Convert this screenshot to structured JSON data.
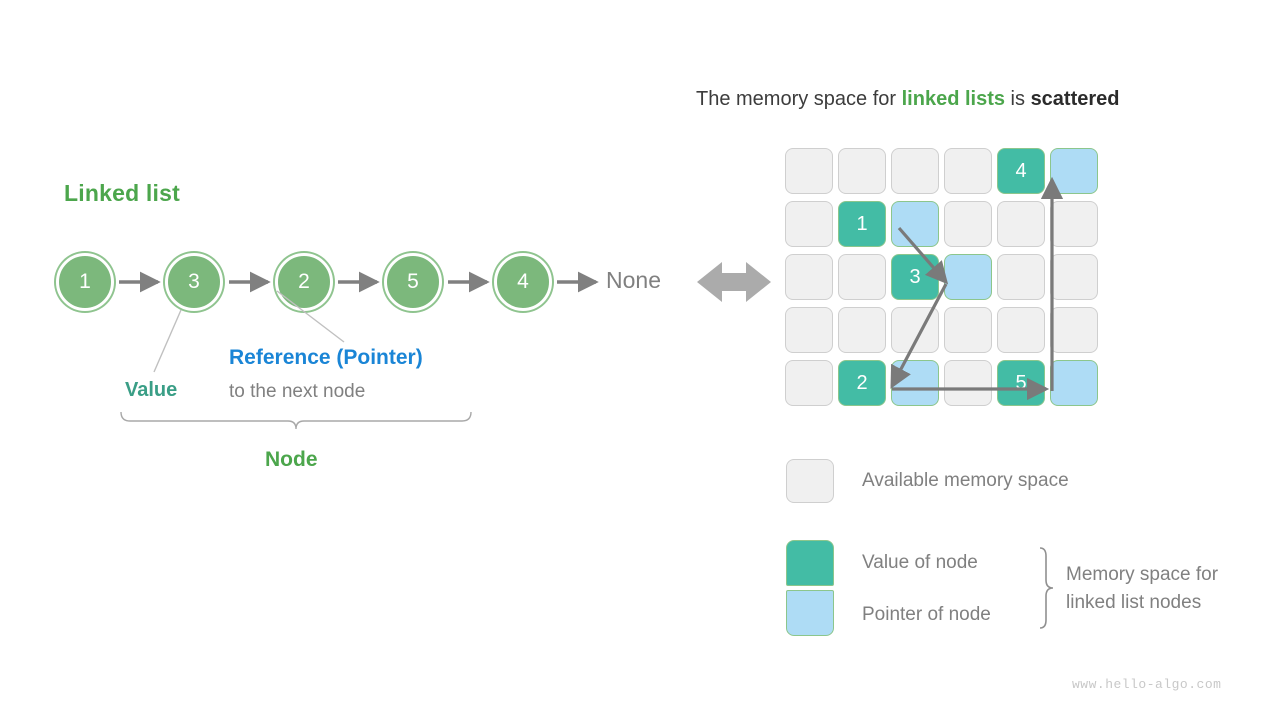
{
  "linked_list": {
    "title": "Linked list",
    "nodes": [
      {
        "value": "1"
      },
      {
        "value": "3"
      },
      {
        "value": "2"
      },
      {
        "value": "5"
      },
      {
        "value": "4"
      }
    ],
    "terminator": "None",
    "labels": {
      "value": "Value",
      "reference": "Reference (Pointer)",
      "reference_sub": "to the next node",
      "node": "Node"
    },
    "colors": {
      "node_fill": "#7CB87C",
      "node_ring": "#8FC48F",
      "title_green": "#4CA64C",
      "value_teal": "#3A9E86",
      "reference_blue": "#1A85D6",
      "arrow_gray": "#808080"
    }
  },
  "memory": {
    "heading": {
      "part1": "The memory space for ",
      "highlight": "linked lists",
      "part2": " is ",
      "emphasis": "scattered"
    },
    "grid": {
      "rows": 5,
      "cols": 6,
      "cells": [
        [
          "free",
          "free",
          "free",
          "free",
          "value-4",
          "pointer-4"
        ],
        [
          "free",
          "value-1",
          "pointer-1",
          "free",
          "free",
          "free"
        ],
        [
          "free",
          "free",
          "value-3",
          "pointer-3",
          "free",
          "free"
        ],
        [
          "free",
          "free",
          "free",
          "free",
          "free",
          "free"
        ],
        [
          "free",
          "value-2",
          "pointer-2",
          "free",
          "value-5",
          "pointer-5"
        ]
      ],
      "node_values": {
        "n1": "1",
        "n3": "3",
        "n2": "2",
        "n5": "5",
        "n4": "4"
      }
    },
    "colors": {
      "free_fill": "#F0F0F0",
      "free_border": "#CFCFCF",
      "value_fill": "#43BCA5",
      "pointer_fill": "#AEDCF5",
      "node_border": "#8CC68C"
    }
  },
  "legend": {
    "available": "Available memory space",
    "value_of_node": "Value of node",
    "pointer_of_node": "Pointer of node",
    "group_line1": "Memory space for",
    "group_line2": "linked list nodes"
  },
  "watermark": "www.hello-algo.com"
}
